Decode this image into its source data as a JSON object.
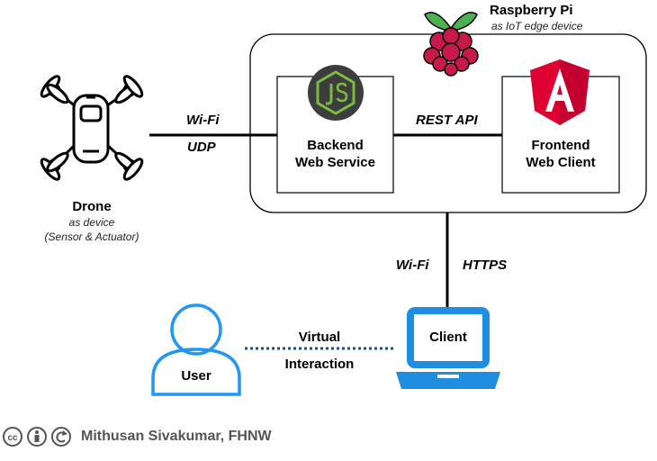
{
  "raspberry": {
    "title": "Raspberry Pi",
    "subtitle": "as IoT edge device"
  },
  "backend": {
    "line1": "Backend",
    "line2": "Web Service"
  },
  "frontend": {
    "line1": "Frontend",
    "line2": "Web Client"
  },
  "drone": {
    "title": "Drone",
    "subtitle1": "as device",
    "subtitle2": "(Sensor & Actuator)"
  },
  "links": {
    "drone_backend_top": "Wi-Fi",
    "drone_backend_bottom": "UDP",
    "backend_frontend": "REST API",
    "pi_client_left": "Wi-Fi",
    "pi_client_right": "HTTPS",
    "user_client_line1": "Virtual",
    "user_client_line2": "Interaction"
  },
  "client": {
    "label": "Client"
  },
  "user": {
    "label": "User"
  },
  "credit": {
    "text": "Mithusan Sivakumar, FHNW"
  },
  "colors": {
    "laptop_blue": "#1f8de0",
    "user_blue": "#2196f3",
    "dotted_line": "#1f4e79",
    "nodejs_green": "#7cba40",
    "nodejs_bg": "#3d3d3d",
    "angular_red": "#dd0031",
    "raspberry_red": "#c51a4a",
    "raspberry_leaf": "#4caf50"
  },
  "icons": [
    "drone-icon",
    "raspberry-pi-icon",
    "nodejs-icon",
    "angular-icon",
    "laptop-icon",
    "user-icon",
    "creative-commons-icon"
  ]
}
